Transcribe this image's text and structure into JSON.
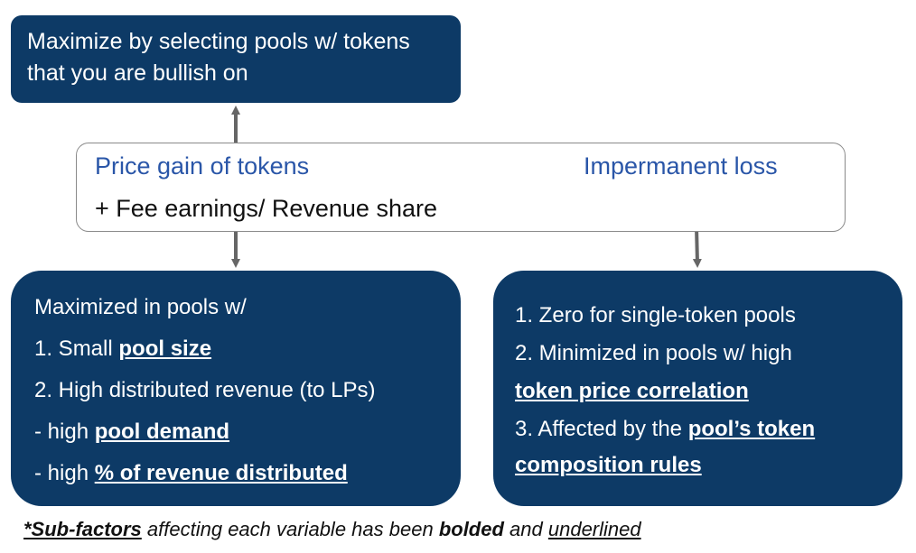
{
  "top_box": {
    "text": "Maximize by selecting pools w/ tokens that you are bullish on"
  },
  "middle_box": {
    "price_gain_label": "Price gain of tokens",
    "fee_label": "+ Fee earnings/ Revenue share",
    "impermanent_loss_label": "Impermanent loss"
  },
  "left_box": {
    "heading": "Maximized in pools w/",
    "item1_prefix": "1. Small ",
    "item1_key": "pool size",
    "item2": "2. High distributed revenue (to LPs)",
    "item3_prefix": "- high ",
    "item3_key": "pool demand",
    "item4_prefix": "- high ",
    "item4_key": "% of revenue distributed"
  },
  "right_box": {
    "item1": "1. Zero for single-token pools",
    "item2_prefix": "2. Minimized in pools w/ high",
    "item2_key": "token price correlation",
    "item3_prefix": "3. Affected by the ",
    "item3_key_a": "pool’s token",
    "item3_key_b": "composition rules"
  },
  "footnote": {
    "part1": "*Sub-factors",
    "part2": " affecting each variable has been ",
    "part3": "bolded",
    "part4": " and ",
    "part5": "underlined"
  },
  "colors": {
    "dark_box": "#0d3a66",
    "label_blue": "#2a56a8",
    "arrow": "#666666"
  }
}
